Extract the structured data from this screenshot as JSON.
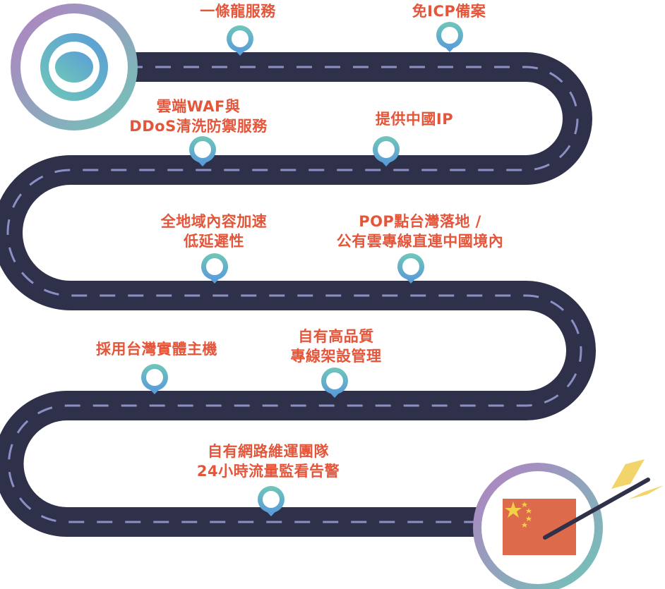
{
  "milestones": [
    {
      "lines": [
        "一條龍服務"
      ]
    },
    {
      "lines": [
        "免ICP備案"
      ]
    },
    {
      "lines": [
        "雲端WAF與",
        "DDoS清洗防禦服務"
      ]
    },
    {
      "lines": [
        "提供中國IP"
      ]
    },
    {
      "lines": [
        "全地域內容加速",
        "低延遲性"
      ]
    },
    {
      "lines": [
        "POP點台灣落地 /",
        "公有雲專線直連中國境內"
      ]
    },
    {
      "lines": [
        "採用台灣實體主機"
      ]
    },
    {
      "lines": [
        "自有高品質",
        "專線架設管理"
      ]
    },
    {
      "lines": [
        "自有網路維運團隊",
        "24小時流量監看告警"
      ]
    }
  ],
  "colors": {
    "road": "#2f3049",
    "dash": "#8c8fc4",
    "text": "#e4553a",
    "pin": "#6fc1c6",
    "pin_tip": "#5a9cd8",
    "ring_start": "#b47fc2",
    "ring_end": "#6fc7b8",
    "flag": "#de6a4c",
    "star": "#f3d046",
    "arrow_fletching": "#f3d46b"
  },
  "icons": {
    "start": "target-icon",
    "finish": "china-flag-icon",
    "finish_pointer": "dart-arrow-icon",
    "markers": "location-pin-icon"
  }
}
